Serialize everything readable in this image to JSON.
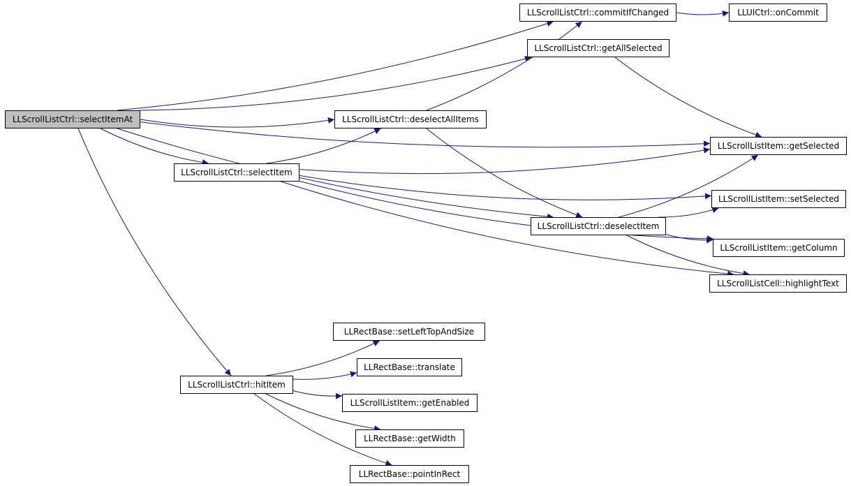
{
  "colors": {
    "edge": "#191970",
    "node_border": "#000000",
    "node_fill": "#ffffff",
    "root_fill": "#bfbfbf"
  },
  "graph": {
    "nodes": [
      {
        "id": "selectItemAt",
        "label": "LLScrollListCtrl::selectItemAt",
        "root": true
      },
      {
        "id": "commitIfChanged",
        "label": "LLScrollListCtrl::commitIfChanged"
      },
      {
        "id": "onCommit",
        "label": "LLUICtrl::onCommit"
      },
      {
        "id": "getAllSelected",
        "label": "LLScrollListCtrl::getAllSelected"
      },
      {
        "id": "deselectAllItems",
        "label": "LLScrollListCtrl::deselectAllItems"
      },
      {
        "id": "itemGetSelected",
        "label": "LLScrollListItem::getSelected"
      },
      {
        "id": "selectItem",
        "label": "LLScrollListCtrl::selectItem"
      },
      {
        "id": "setSelected",
        "label": "LLScrollListItem::setSelected"
      },
      {
        "id": "deselectItem",
        "label": "LLScrollListCtrl::deselectItem"
      },
      {
        "id": "getColumn",
        "label": "LLScrollListItem::getColumn"
      },
      {
        "id": "highlightText",
        "label": "LLScrollListCell::highlightText"
      },
      {
        "id": "setLeftTopAndSize",
        "label": "LLRectBase::setLeftTopAndSize"
      },
      {
        "id": "translate",
        "label": "LLRectBase::translate"
      },
      {
        "id": "hitItem",
        "label": "LLScrollListCtrl::hitItem"
      },
      {
        "id": "getEnabled",
        "label": "LLScrollListItem::getEnabled"
      },
      {
        "id": "getWidth",
        "label": "LLRectBase::getWidth"
      },
      {
        "id": "pointInRect",
        "label": "LLRectBase::pointInRect"
      }
    ],
    "edges": [
      [
        "selectItemAt",
        "commitIfChanged"
      ],
      [
        "selectItemAt",
        "getAllSelected"
      ],
      [
        "selectItemAt",
        "itemGetSelected"
      ],
      [
        "selectItemAt",
        "deselectAllItems"
      ],
      [
        "selectItemAt",
        "selectItem"
      ],
      [
        "selectItemAt",
        "deselectItem"
      ],
      [
        "selectItemAt",
        "hitItem"
      ],
      [
        "commitIfChanged",
        "onCommit"
      ],
      [
        "getAllSelected",
        "itemGetSelected"
      ],
      [
        "deselectAllItems",
        "commitIfChanged"
      ],
      [
        "deselectAllItems",
        "deselectItem"
      ],
      [
        "selectItem",
        "deselectAllItems"
      ],
      [
        "selectItem",
        "itemGetSelected"
      ],
      [
        "selectItem",
        "setSelected"
      ],
      [
        "selectItem",
        "getColumn"
      ],
      [
        "selectItem",
        "highlightText"
      ],
      [
        "deselectItem",
        "itemGetSelected"
      ],
      [
        "deselectItem",
        "setSelected"
      ],
      [
        "deselectItem",
        "getColumn"
      ],
      [
        "deselectItem",
        "highlightText"
      ],
      [
        "hitItem",
        "setLeftTopAndSize"
      ],
      [
        "hitItem",
        "translate"
      ],
      [
        "hitItem",
        "getEnabled"
      ],
      [
        "hitItem",
        "getWidth"
      ],
      [
        "hitItem",
        "pointInRect"
      ]
    ]
  }
}
